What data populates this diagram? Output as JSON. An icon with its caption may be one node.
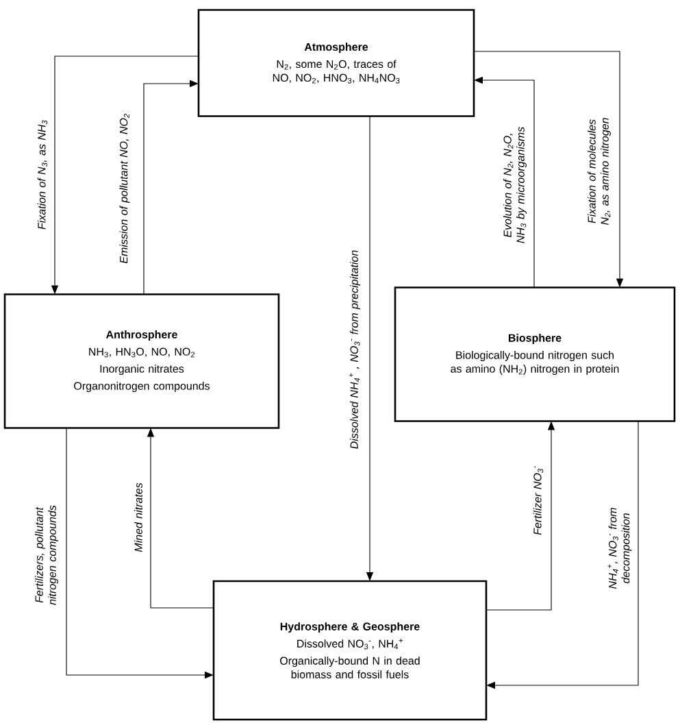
{
  "diagram": {
    "nodes": [
      {
        "text": [
          "Atmosphere",
          "N$_{2}$, some N$_{2}$O, traces of NO, NO$_{2}$, HNO$_{3}$, NH$_{4}$NO$_{3}$"
        ]
      },
      {
        "text": [
          "Anthrosphere",
          "NH$_{3}$, HN$_{3}$O, NO, NO$_{2}$",
          "Inorganic nitrates",
          "Organonitrogen compounds"
        ]
      },
      {
        "text": [
          "Biosphere",
          "Biologically-bound nitrogen such as amino (NH$_{2}$) nitrogen in protein"
        ]
      },
      {
        "text": [
          "Hydrosphere & Geosphere",
          "Dissolved NO$_{3}$$^{-}$, NH$_{4}$$^{+}$",
          "Organically-bound N in dead biomass and fossil fuels"
        ]
      }
    ],
    "edges": [
      {
        "from": 0,
        "to": 1,
        "arrow": "to",
        "label": "Fixation of N$_{3}$, as NH$_{3}$"
      },
      {
        "from": 1,
        "to": 0,
        "arrow": "to",
        "label": "Emission of pollutant NO, NO$_{2}$"
      },
      {
        "from": 0,
        "to": 3,
        "arrow": "to",
        "label": "Dissolved NH$_{4}$$^{+}$ , NO$_{3}$$^{-}$ from precipitation"
      },
      {
        "from": 2,
        "to": 0,
        "arrow": "to",
        "label": "Evolution of N$_{2}$, N$_{2}$O, NH$_{3}$ by microorganisms"
      },
      {
        "from": 0,
        "to": 2,
        "arrow": "to",
        "label": "Fixation of molecules N$_{2}$, as amino nitrogen"
      },
      {
        "from": 1,
        "to": 3,
        "arrow": "to",
        "label": "Fertilizers, pollutant nitrogen compounds"
      },
      {
        "from": 3,
        "to": 1,
        "arrow": "to",
        "label": "Mined nitrates"
      },
      {
        "from": 3,
        "to": 2,
        "arrow": "to",
        "label": "Fertilizer NO$_{3}$$^{-}$"
      },
      {
        "from": 2,
        "to": 3,
        "arrow": "to",
        "label": "NH$_{4}$$^{+}$, NO$_{3}$$^{-}$ from decomposition"
      }
    ]
  }
}
